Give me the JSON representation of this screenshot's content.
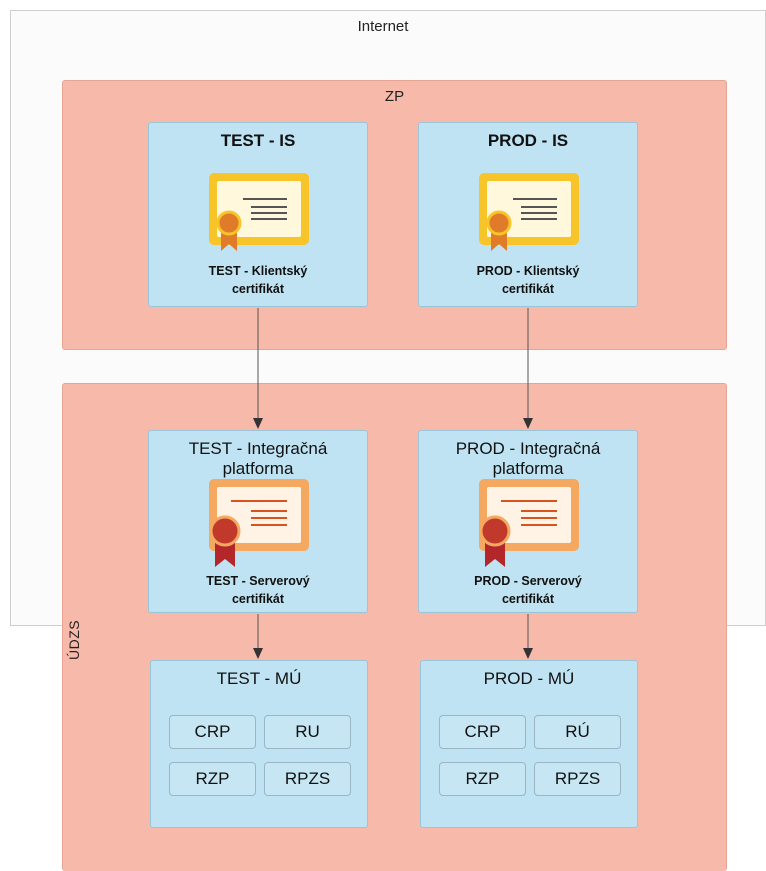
{
  "internet": {
    "label": "Internet"
  },
  "zp": {
    "label": "ZP",
    "test_is": {
      "title": "TEST - IS",
      "caption_line1": "TEST - Klientský",
      "caption_line2": "certifikát"
    },
    "prod_is": {
      "title": "PROD - IS",
      "caption_line1": "PROD - Klientský",
      "caption_line2": "certifikát"
    }
  },
  "udzs": {
    "label": "ÚDZS",
    "test_platform": {
      "title_line1": "TEST - Integračná",
      "title_line2": "platforma",
      "caption_line1": "TEST - Serverový",
      "caption_line2": "certifikát"
    },
    "prod_platform": {
      "title_line1": "PROD - Integračná",
      "title_line2": "platforma",
      "caption_line1": "PROD - Serverový",
      "caption_line2": "certifikát"
    },
    "test_mu": {
      "title": "TEST - MÚ",
      "modules": [
        "CRP",
        "RU",
        "RZP",
        "RPZS"
      ]
    },
    "prod_mu": {
      "title": "PROD - MÚ",
      "modules": [
        "CRP",
        "RÚ",
        "RZP",
        "RPZS"
      ]
    }
  },
  "colors": {
    "zone_fill": "#f7b9a9",
    "box_fill": "#bfe3f2",
    "client_cert_frame": "#f7c52a",
    "server_cert_frame": "#f5a860",
    "client_ribbon": "#e07b2a",
    "server_ribbon": "#b3272b"
  },
  "icons": {
    "client_certificate": "certificate-yellow-icon",
    "server_certificate": "certificate-orange-icon"
  }
}
